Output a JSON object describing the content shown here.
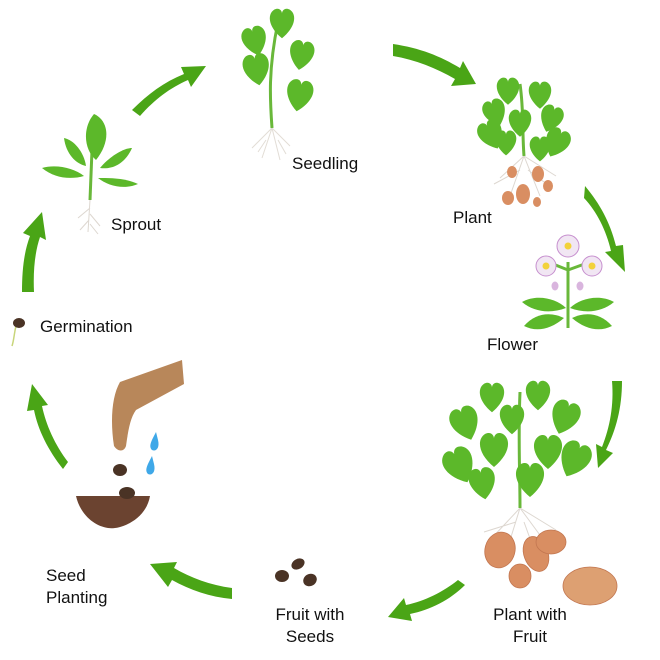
{
  "title": "Plant Life Cycle",
  "stages": [
    {
      "id": "seedling",
      "label": "Seedling"
    },
    {
      "id": "plant",
      "label": "Plant"
    },
    {
      "id": "flower",
      "label": "Flower"
    },
    {
      "id": "plant-with-fruit",
      "label": "Plant with\nFruit"
    },
    {
      "id": "fruit-with-seeds",
      "label": "Fruit with\nSeeds"
    },
    {
      "id": "seed-planting",
      "label": "Seed\nPlanting"
    },
    {
      "id": "germination",
      "label": "Germination"
    },
    {
      "id": "sprout",
      "label": "Sprout"
    }
  ],
  "colors": {
    "arrow": "#4aa516",
    "leaf": "#5cb82a",
    "leaf_dark": "#3f9418",
    "root": "#d9d3cc",
    "potato": "#d98e62",
    "seed": "#4a3325",
    "soil": "#6b4330",
    "hand": "#b8875a",
    "water": "#3fa8e8",
    "petal": "#f1e6f3",
    "petal_accent": "#b86cc0",
    "flower_center": "#f2d23a"
  }
}
